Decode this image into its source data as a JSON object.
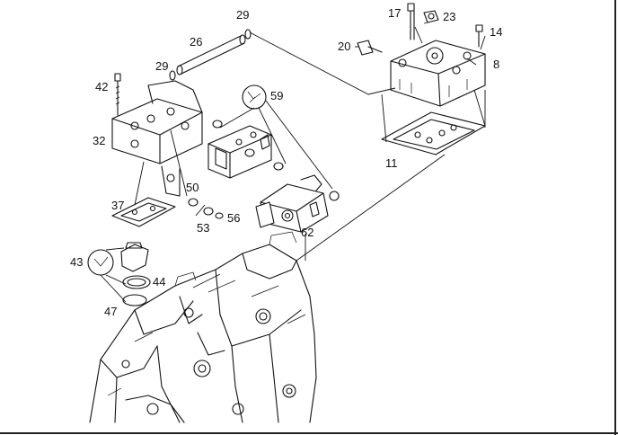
{
  "callouts": {
    "c29a": "29",
    "c26": "26",
    "c29b": "29",
    "c42": "42",
    "c32": "32",
    "c59": "59",
    "c17": "17",
    "c23": "23",
    "c14": "14",
    "c20": "20",
    "c8": "8",
    "c11": "11",
    "c50": "50",
    "c37": "37",
    "c53": "53",
    "c56": "56",
    "c62": "62",
    "c43": "43",
    "c44": "44",
    "c47": "47"
  }
}
